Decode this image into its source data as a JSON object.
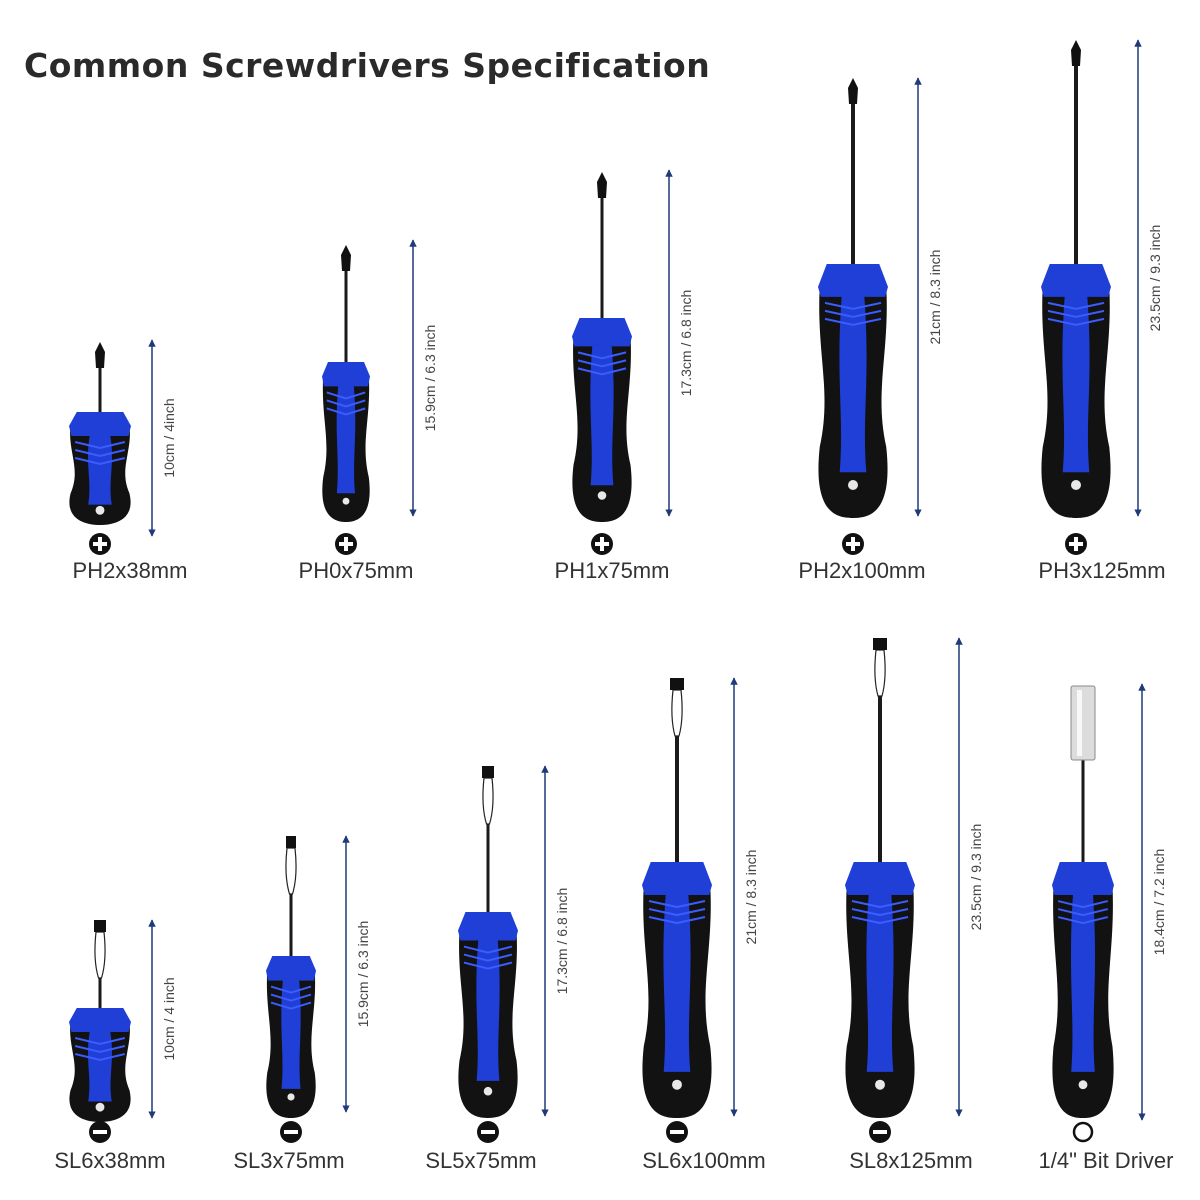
{
  "title": "Common Screwdrivers Specification",
  "colors": {
    "handle_blue": "#1f3fd6",
    "handle_black": "#121212",
    "arrow_navy": "#1f3a78",
    "label_gray": "#333333"
  },
  "rows": [
    {
      "tip_type": "phillips",
      "tip_icon": "plus-circle-icon",
      "items": [
        {
          "label": "PH2x38mm",
          "dimension": "10cm / 4inch"
        },
        {
          "label": "PH0x75mm",
          "dimension": "15.9cm / 6.3 inch"
        },
        {
          "label": "PH1x75mm",
          "dimension": "17.3cm / 6.8 inch"
        },
        {
          "label": "PH2x100mm",
          "dimension": "21cm / 8.3 inch"
        },
        {
          "label": "PH3x125mm",
          "dimension": "23.5cm / 9.3 inch"
        }
      ]
    },
    {
      "tip_type": "slotted",
      "tip_icon": "minus-circle-icon",
      "items": [
        {
          "label": "SL6x38mm",
          "dimension": "10cm / 4 inch"
        },
        {
          "label": "SL3x75mm",
          "dimension": "15.9cm / 6.3 inch"
        },
        {
          "label": "SL5x75mm",
          "dimension": "17.3cm / 6.8 inch"
        },
        {
          "label": "SL6x100mm",
          "dimension": "21cm / 8.3 inch"
        },
        {
          "label": "SL8x125mm",
          "dimension": "23.5cm / 9.3 inch"
        },
        {
          "label": "1/4\" Bit Driver",
          "dimension": "18.4cm / 7.2 inch",
          "tip_type": "socket",
          "tip_icon": "open-circle-icon"
        }
      ]
    }
  ]
}
